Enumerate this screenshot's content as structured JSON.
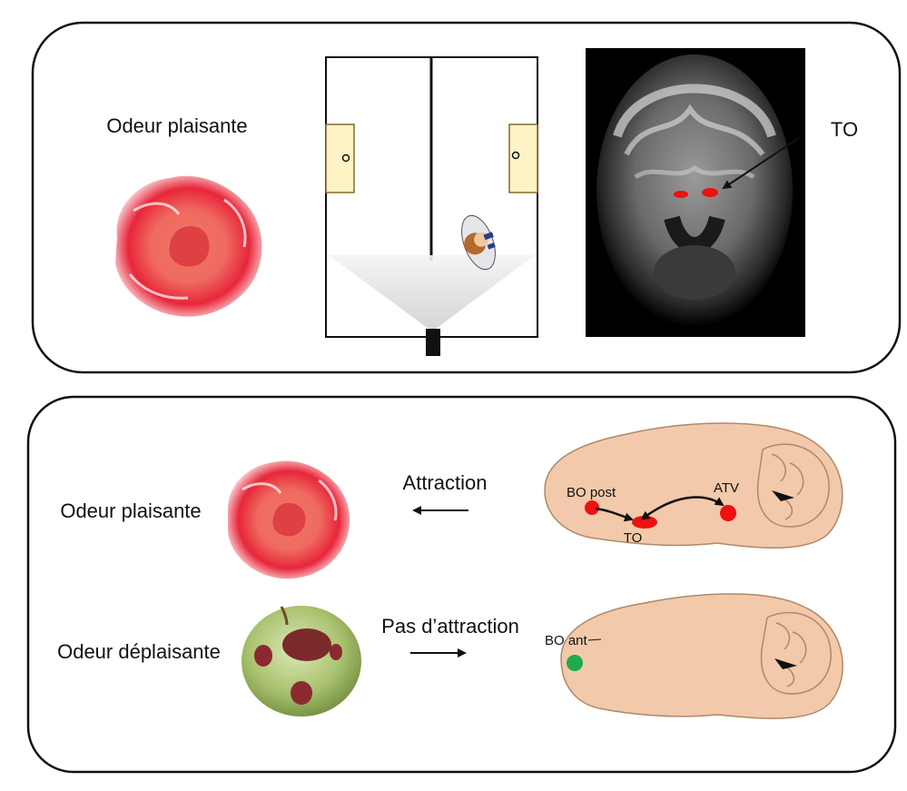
{
  "top_panel": {
    "label": "Odeur plaisante",
    "mri_label": "TO"
  },
  "bottom_panel": {
    "pleasant": {
      "label": "Odeur plaisante",
      "arrow_label": "Attraction",
      "region_labels": {
        "bo": "BO post",
        "to": "TO",
        "atv": "ATV"
      }
    },
    "unpleasant": {
      "label": "Odeur déplaisante",
      "arrow_label": "Pas d’attraction",
      "region_labels": {
        "bo": "BO ant"
      }
    }
  },
  "colors": {
    "brain": "#f2c9aa",
    "region_red": "#ee1111",
    "region_green": "#1faa4d",
    "rose": "#e8263a",
    "apple": "#a8c070"
  }
}
